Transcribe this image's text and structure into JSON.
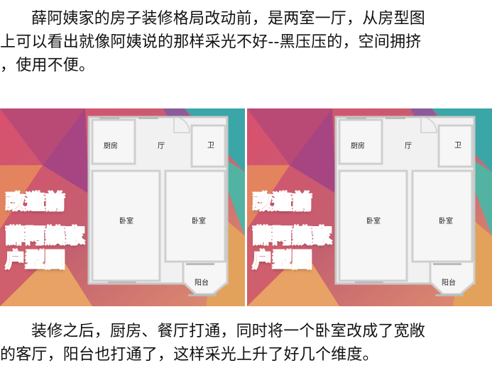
{
  "paragraph_top": {
    "lines": [
      "薛阿姨家的房子装修格局改动前，是两室一厅，从房型图",
      "上可以看出就像阿姨说的那样采光不好--黑压压的，空间拥挤",
      "，使用不便。"
    ]
  },
  "paragraph_bottom": {
    "lines": [
      "装修之后，厨房、餐厅打通，同时将一个卧室改成了宽敞",
      "的客厅，阳台也打通了，这样采光上升了好几个维度。"
    ]
  },
  "left_panel": {
    "overlay": [
      "改造前",
      "薛阿姨家",
      "户型图"
    ],
    "rooms": {
      "kitchen": "厨房",
      "hall": "厅",
      "bath": "卫",
      "bedroom_left": "卧室",
      "bedroom_right": "卧室",
      "balcony": "阳台"
    }
  },
  "right_panel": {
    "overlay": [
      "改造前",
      "薛阿姨家",
      "户型图"
    ],
    "rooms": {
      "kitchen": "厨房",
      "hall": "厅",
      "bath": "卫",
      "bedroom_left": "卧室",
      "bedroom_right": "卧室",
      "balcony": "阳台"
    }
  },
  "colors": {
    "overlay_text": "#ef3a22",
    "plan_fill": "#f1f1f1",
    "plan_wall": "#cfcfcf"
  }
}
